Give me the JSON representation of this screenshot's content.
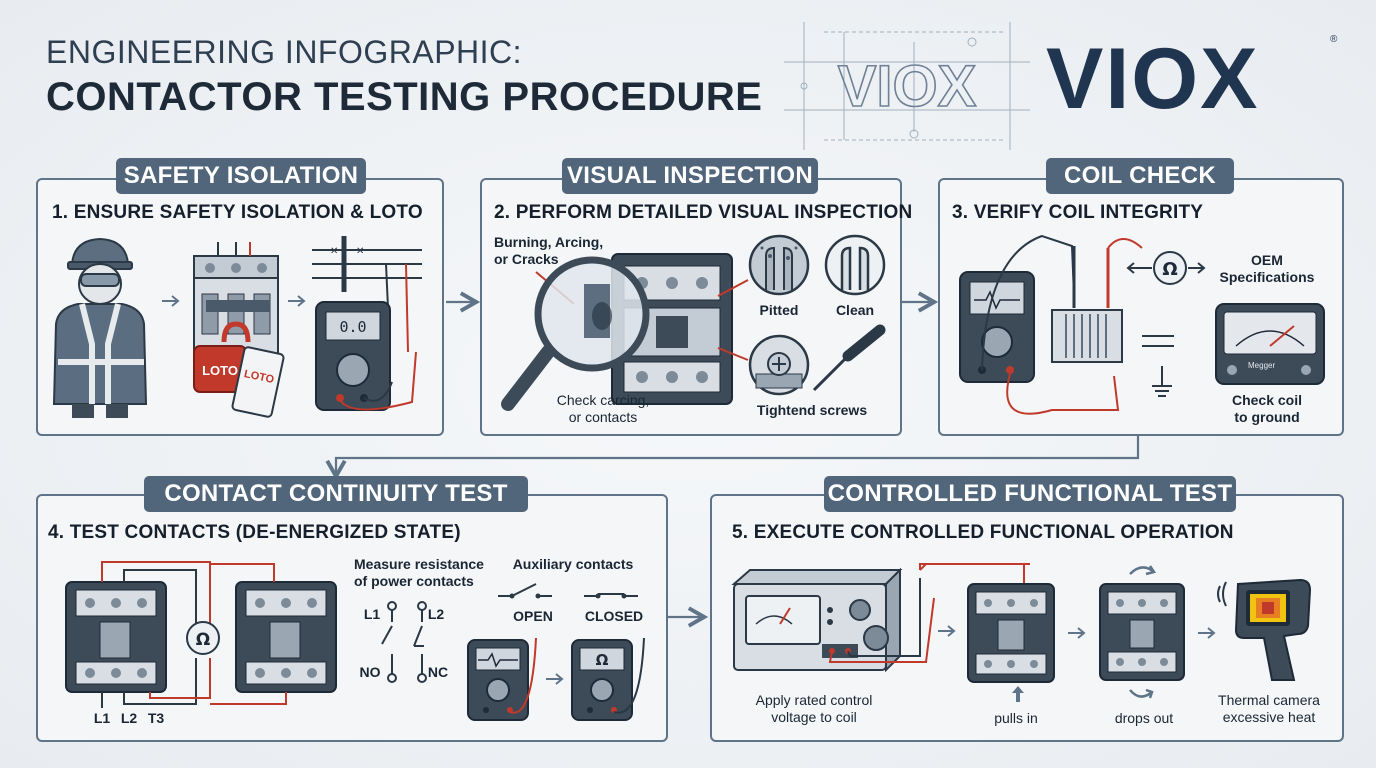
{
  "header": {
    "title_line1": "ENGINEERING INFOGRAPHIC:",
    "title_line2": "CONTACTOR TESTING PROCEDURE",
    "logo_ghost": "VIOX",
    "logo": "VIOX",
    "registered": "®"
  },
  "steps": [
    {
      "tag": "SAFETY ISOLATION",
      "heading": "1. ENSURE SAFETY ISOLATION & LOTO",
      "lock_tag_1": "LOTO",
      "lock_tag_2": "LOTO",
      "meter_reading": "0.0"
    },
    {
      "tag": "VISUAL INSPECTION",
      "heading": "2. PERFORM DETAILED VISUAL INSPECTION",
      "burn_label": "Burning, Arcing,\nor Cracks",
      "pitted": "Pitted",
      "clean": "Clean",
      "check_label": "Check carcing,\nor contacts",
      "screws": "Tightend screws"
    },
    {
      "tag": "COIL CHECK",
      "heading": "3. VERIFY COIL INTEGRITY",
      "ohm_symbol": "Ω",
      "oem": "OEM\nSpecifications",
      "megger": "Megger",
      "ground": "Check coil\nto ground"
    },
    {
      "tag": "CONTACT CONTINUITY TEST",
      "heading": "4. TEST CONTACTS (DE-ENERGIZED STATE)",
      "terminals": [
        "L1",
        "L2",
        "T3"
      ],
      "ohm_symbol": "Ω",
      "measure": "Measure resistance\nof power contacts",
      "l1": "L1",
      "l2": "L2",
      "no": "NO",
      "nc": "NC",
      "aux": "Auxiliary contacts",
      "open": "OPEN",
      "closed": "CLOSED",
      "meter2_symbol": "Ω"
    },
    {
      "tag": "CONTROLLED FUNCTIONAL TEST",
      "heading": "5. EXECUTE CONTROLLED FUNCTIONAL OPERATION",
      "apply": "Apply rated control\nvoltage to coil",
      "pulls": "pulls in",
      "drops": "drops out",
      "thermal": "Thermal camera\nexcessive heat"
    }
  ],
  "colors": {
    "panel_border": "#5f7489",
    "tag_bg": "#52667b",
    "accent_red": "#c0392b",
    "device_dark": "#3d4a58",
    "device_light": "#d9dee4"
  }
}
